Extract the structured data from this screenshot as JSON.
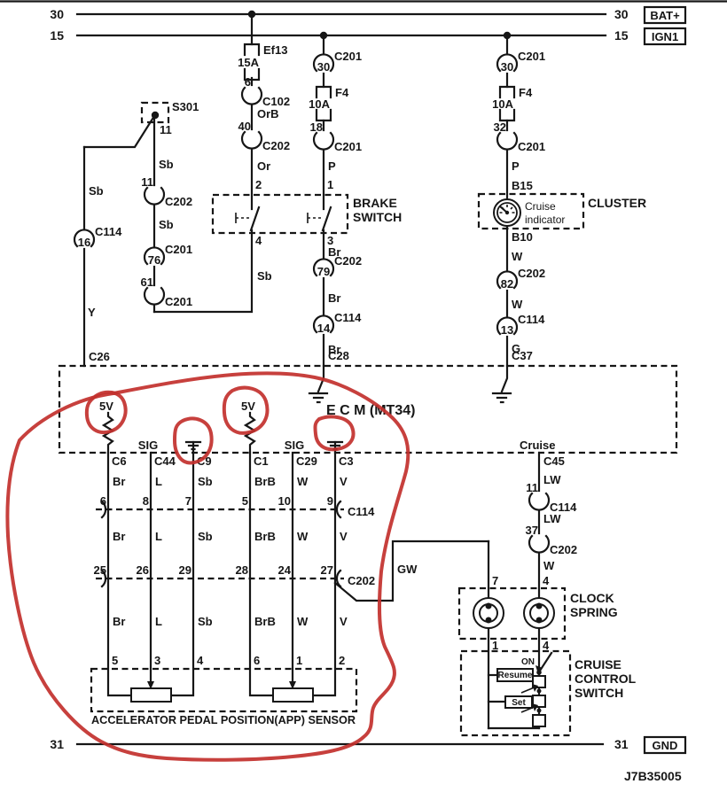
{
  "page": {
    "doc_number": "J7B35005"
  },
  "buses": {
    "b30": "30",
    "b15": "15",
    "b31": "31",
    "bat_label": "BAT+",
    "ign_label": "IGN1",
    "gnd_label": "GND"
  },
  "wires": {
    "sb": "Sb",
    "br": "Br",
    "y": "Y",
    "orb": "OrB",
    "or": "Or",
    "p": "P",
    "w": "W",
    "g": "G",
    "l": "L",
    "brb": "BrB",
    "v": "V",
    "lw": "LW",
    "gw": "GW"
  },
  "fuses": {
    "ef13": {
      "name": "Ef13",
      "rating": "15A"
    },
    "f4_left": {
      "name": "F4",
      "rating": "10A"
    },
    "f4_right": {
      "name": "F4",
      "rating": "10A"
    }
  },
  "splice": {
    "name": "S301",
    "pin": "11"
  },
  "connectors": {
    "c102_6": {
      "pin": "6",
      "name": "C102"
    },
    "c202_40": {
      "pin": "40",
      "name": "C202"
    },
    "c201_30_left": {
      "pin": "30",
      "name": "C201"
    },
    "c201_18": {
      "pin": "18",
      "name": "C201"
    },
    "c201_30_right": {
      "pin": "30",
      "name": "C201"
    },
    "c201_32": {
      "pin": "32",
      "name": "C201"
    },
    "c202_11": {
      "pin": "11",
      "name": "C202"
    },
    "c201_76": {
      "pin": "76",
      "name": "C201"
    },
    "c201_61": {
      "pin": "61",
      "name": "C201"
    },
    "c114_16": {
      "pin": "16",
      "name": "C114"
    },
    "c202_79": {
      "pin": "79",
      "name": "C202"
    },
    "c114_14": {
      "pin": "14",
      "name": "C114"
    },
    "c202_82": {
      "pin": "82",
      "name": "C202"
    },
    "c114_13": {
      "pin": "13",
      "name": "C114"
    },
    "c114_11": {
      "pin": "11",
      "name": "C114"
    },
    "c202_37": {
      "pin": "37",
      "name": "C202"
    }
  },
  "brake_switch": {
    "title": [
      "BRAKE",
      "SWITCH"
    ],
    "pins": {
      "top_left": "2",
      "top_right": "1",
      "bottom_left": "4",
      "bottom_right": "3"
    }
  },
  "cluster": {
    "title": "CLUSTER",
    "indicator": [
      "Cruise",
      "indicator"
    ],
    "pin_in": "B15",
    "pin_out": "B10"
  },
  "ecm": {
    "title": "E C M (MT34)",
    "ref_5v": "5V",
    "sig": "SIG",
    "cruise_pin_label": "Cruise",
    "top_pins": {
      "c26": "C26",
      "c28": "C28",
      "c37": "C37"
    },
    "bottom_pins": {
      "c6": "C6",
      "c44": "C44",
      "c9": "C9",
      "c1": "C1",
      "c29": "C29",
      "c3": "C3",
      "c45": "C45"
    }
  },
  "c114_row": {
    "name": "C114",
    "pins": [
      "6",
      "8",
      "7",
      "5",
      "10",
      "9"
    ]
  },
  "c202_row": {
    "name": "C202",
    "pins": [
      "25",
      "26",
      "29",
      "28",
      "24",
      "27"
    ]
  },
  "app_sensor": {
    "title": "ACCELERATOR PEDAL POSITION(APP) SENSOR",
    "pins": [
      "5",
      "3",
      "4",
      "6",
      "1",
      "2"
    ]
  },
  "clock_spring": {
    "title": [
      "CLOCK",
      "SPRING"
    ],
    "pins_top": [
      "7",
      "4"
    ],
    "pins_bottom": [
      "1",
      "4"
    ]
  },
  "cruise_switch": {
    "title": [
      "CRUISE",
      "CONTROL",
      "SWITCH"
    ],
    "positions": {
      "on": "ON",
      "resume": "Resume",
      "set": "Set"
    }
  },
  "annotation": {
    "color": "#c2302d"
  }
}
